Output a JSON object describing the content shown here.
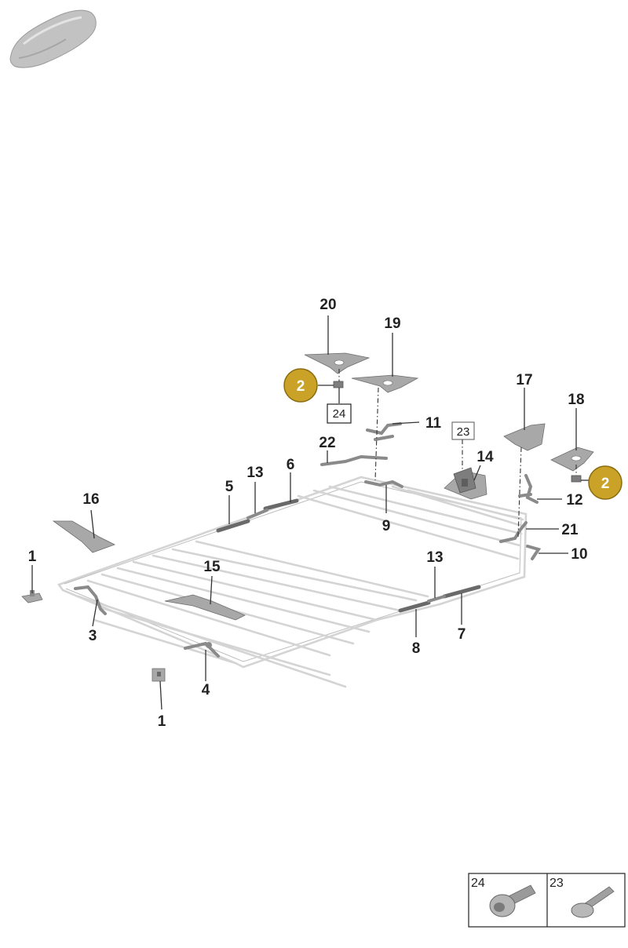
{
  "callouts": {
    "c1a": "1",
    "c1b": "1",
    "c2a": "2",
    "c2b": "2",
    "c3": "3",
    "c4": "4",
    "c5": "5",
    "c6": "6",
    "c7": "7",
    "c8": "8",
    "c9": "9",
    "c10": "10",
    "c11": "11",
    "c12": "12",
    "c13a": "13",
    "c13b": "13",
    "c14": "14",
    "c15": "15",
    "c16": "16",
    "c17": "17",
    "c18": "18",
    "c19": "19",
    "c20": "20",
    "c21": "21",
    "c22": "22",
    "box23": "23",
    "box24": "24"
  },
  "legend": {
    "cell_left": "24",
    "cell_right": "23"
  },
  "colors": {
    "badge": "#c9a227",
    "badge_border": "#8a6d10"
  },
  "icons": {
    "vehicle": "car-silhouette-icon",
    "bolt_left": "torx-bolt-icon",
    "bolt_right": "flat-head-bolt-icon"
  }
}
